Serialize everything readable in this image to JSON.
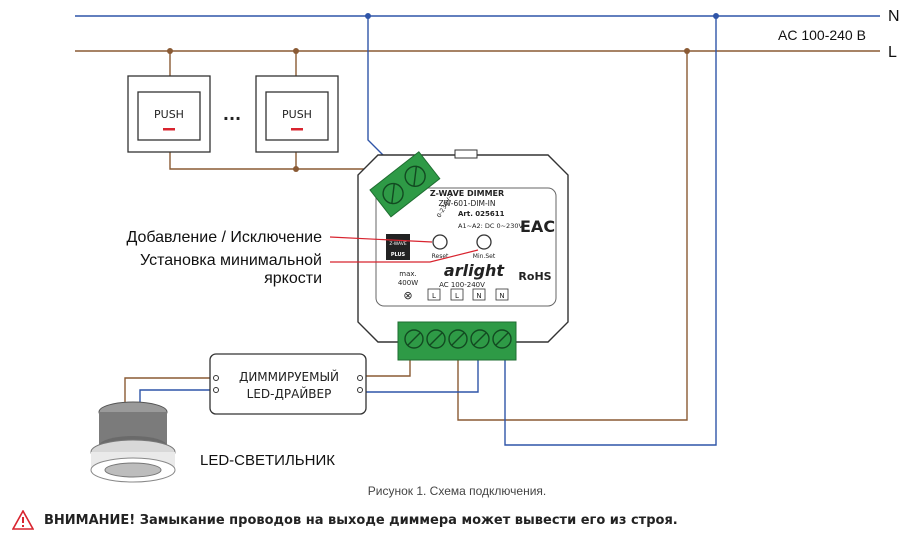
{
  "mains": {
    "n_label": "N",
    "l_label": "L",
    "voltage_label": "AC 100-240 B"
  },
  "switches": {
    "label_1": "PUSH",
    "label_2": "PUSH",
    "ellipsis": "..."
  },
  "dimmer": {
    "title": "Z-WAVE DIMMER",
    "model": "ZW-601-DIM-IN",
    "art": "Art. 025611",
    "input_spec": "A1~A2: DC 0~230V~",
    "reset_label": "Reset",
    "minset_label": "Min.Set",
    "brand": "arlight",
    "rohs": "RoHS",
    "eac": "EAC",
    "max_label": "max.",
    "power": "400W",
    "ac_range": "AC 100-240V",
    "terminals": [
      "L",
      "L",
      "N",
      "N"
    ],
    "zwave_badge": "Z-WAVE",
    "plus_badge": "PLUS",
    "side_label": "0-230V~"
  },
  "callouts": {
    "add_remove": "Добавление / Исключение",
    "min_brightness_1": "Установка минимальной",
    "min_brightness_2": "яркости"
  },
  "driver": {
    "line1": "ДИММИРУЕМЫЙ",
    "line2": "LED-ДРАЙВЕР"
  },
  "luminaire_label": "LED-СВЕТИЛЬНИК",
  "caption": "Рисунок 1. Схема подключения.",
  "warning": {
    "icon": "warning-triangle-icon",
    "text": "ВНИМАНИЕ!  Замыкание проводов на выходе диммера может вывести его из строя."
  },
  "colors": {
    "neutral_wire": "#2f55a8",
    "live_wire": "#8a5a34",
    "terminal_green": "#2e9a46",
    "warning_red": "#d8242f"
  }
}
